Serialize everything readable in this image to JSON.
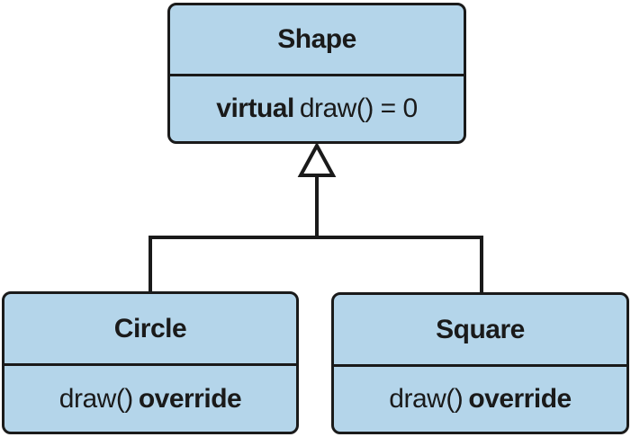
{
  "classes": {
    "shape": {
      "name": "Shape",
      "op_keyword": "virtual",
      "op_signature": "draw() = 0"
    },
    "circle": {
      "name": "Circle",
      "op_signature": "draw()",
      "op_keyword": "override"
    },
    "square": {
      "name": "Square",
      "op_signature": "draw()",
      "op_keyword": "override"
    }
  },
  "colors": {
    "class_fill": "#b4d5ea",
    "line": "#1a1a1a"
  }
}
